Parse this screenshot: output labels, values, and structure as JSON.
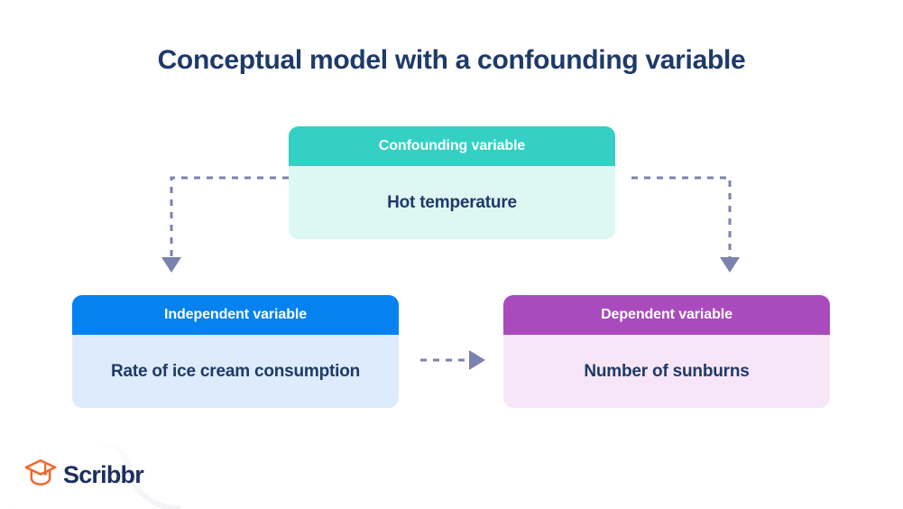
{
  "page": {
    "title": "Conceptual model with a confounding variable",
    "background_color": "#ffffff",
    "title_color": "#1e3a68"
  },
  "diagram": {
    "type": "flowchart",
    "nodes": [
      {
        "id": "confounding",
        "header_label": "Confounding variable",
        "body_label": "Hot temperature",
        "header_color": "#33d0c3",
        "body_color": "#ddf7f3",
        "header_text_color": "#ffffff",
        "body_text_color": "#1e3a68",
        "position": "top-center"
      },
      {
        "id": "independent",
        "header_label": "Independent variable",
        "body_label": "Rate of ice cream consumption",
        "header_color": "#0582ef",
        "body_color": "#deebfc",
        "header_text_color": "#ffffff",
        "body_text_color": "#1e3a68",
        "position": "bottom-left"
      },
      {
        "id": "dependent",
        "header_label": "Dependent variable",
        "body_label": "Number of sunburns",
        "header_color": "#a94bbd",
        "body_color": "#f7e5f8",
        "header_text_color": "#ffffff",
        "body_text_color": "#1e3a68",
        "position": "bottom-right"
      }
    ],
    "edges": [
      {
        "id": "confounding-to-independent",
        "from": "confounding",
        "to": "independent",
        "style": "dashed",
        "color": "#7b82ad"
      },
      {
        "id": "confounding-to-dependent",
        "from": "confounding",
        "to": "dependent",
        "style": "dashed",
        "color": "#7b82ad"
      },
      {
        "id": "independent-to-dependent",
        "from": "independent",
        "to": "dependent",
        "style": "dashed",
        "color": "#7b82ad"
      }
    ]
  },
  "branding": {
    "name": "Scribbr",
    "mark_color": "#f2682a",
    "text_color": "#1e2f5e",
    "mark_icon": "graduation-cap-icon"
  }
}
